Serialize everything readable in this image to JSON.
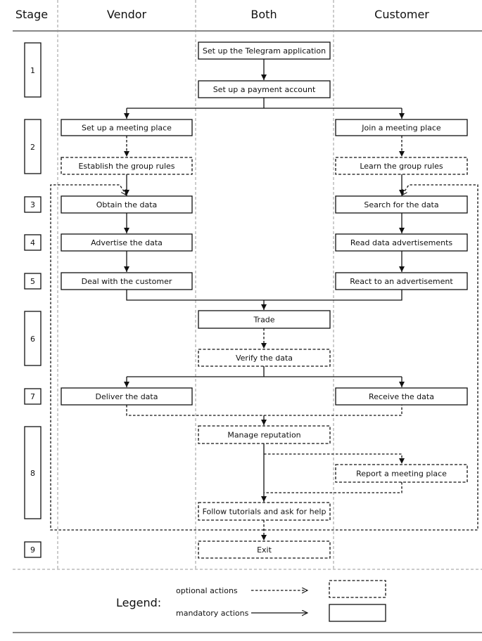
{
  "headers": {
    "stage": "Stage",
    "vendor": "Vendor",
    "both": "Both",
    "customer": "Customer"
  },
  "stages": [
    "1",
    "2",
    "3",
    "4",
    "5",
    "6",
    "7",
    "8",
    "9"
  ],
  "actions": {
    "setup_telegram": "Set up the Telegram application",
    "setup_payment": "Set up a payment account",
    "setup_meeting_place": "Set up a meeting place",
    "join_meeting_place": "Join a meeting place",
    "establish_rules": "Establish the group rules",
    "learn_rules": "Learn the group rules",
    "obtain_data": "Obtain the data",
    "search_data": "Search for the data",
    "advertise_data": "Advertise the data",
    "read_ads": "Read data advertisements",
    "deal_customer": "Deal with the customer",
    "react_ad": "React to an advertisement",
    "trade": "Trade",
    "verify_data": "Verify the data",
    "deliver_data": "Deliver the data",
    "receive_data": "Receive the data",
    "manage_reputation": "Manage reputation",
    "report_meeting_place": "Report a meeting place",
    "follow_tutorials": "Follow tutorials and ask for help",
    "exit": "Exit"
  },
  "legend": {
    "title": "Legend:",
    "optional": "optional actions",
    "mandatory": "mandatory actions"
  }
}
